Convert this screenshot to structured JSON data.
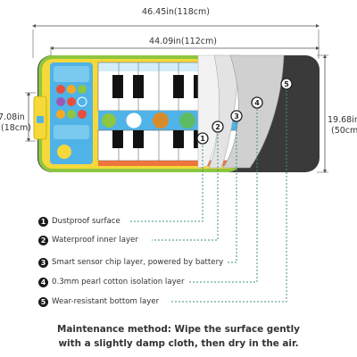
{
  "dimensions": {
    "total_length": "46.45in(118cm)",
    "play_length": "44.09in(112cm)",
    "height_in": "19.68in",
    "height_cm": "(50cm)",
    "side_in": "7.08in",
    "side_cm": "(18cm)"
  },
  "callouts": [
    "1",
    "2",
    "3",
    "4",
    "5"
  ],
  "layers": [
    {
      "num": "1",
      "label": "Dustproof surface"
    },
    {
      "num": "2",
      "label": "Waterproof inner layer"
    },
    {
      "num": "3",
      "label": "Smart sensor chip layer, powered by battery"
    },
    {
      "num": "4",
      "label": "0.3mm pearl cotton isolation layer"
    },
    {
      "num": "5",
      "label": "Wear-resistant bottom layer"
    }
  ],
  "maintenance": {
    "line1": "Maintenance method: Wipe the surface gently",
    "line2": "with a slightly damp cloth, then dry in the air."
  },
  "colors": {
    "leader_teal": "#3f8f8a",
    "mat_yellow": "#f5d83a",
    "mat_green": "#8dc63f",
    "panel_blue": "#4fb3e8",
    "bottom_layer": "#3a3a3a"
  }
}
